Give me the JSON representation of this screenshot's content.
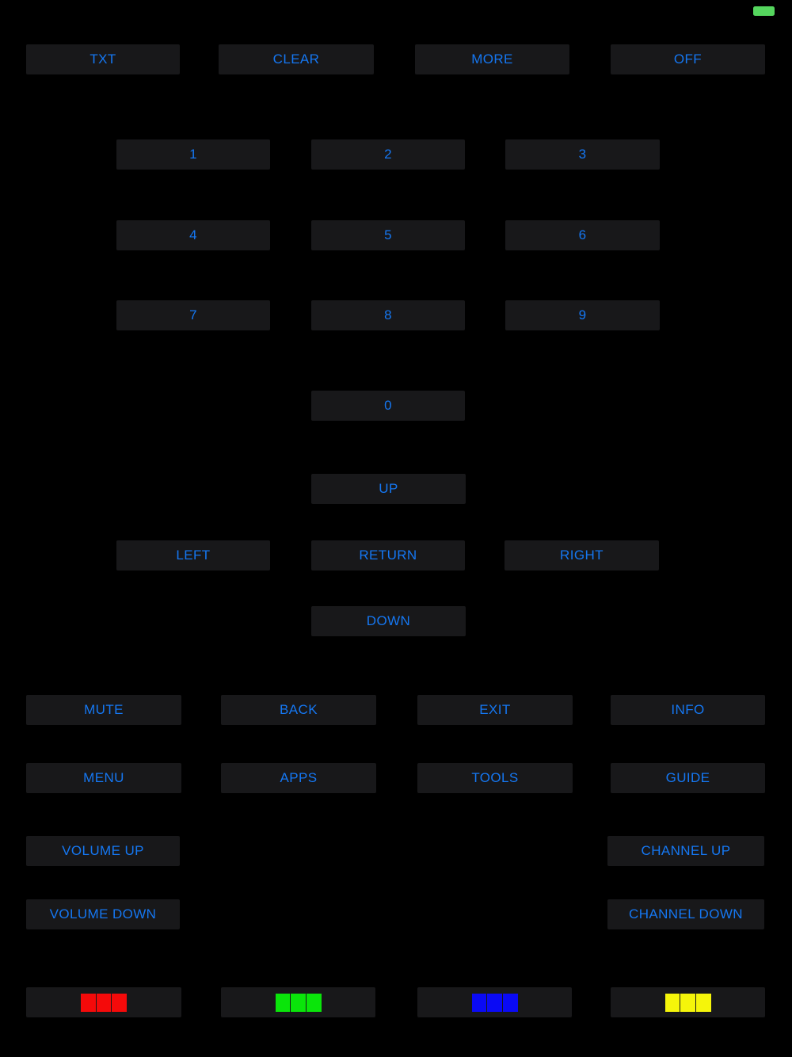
{
  "colors": {
    "background": "#000000",
    "button_bg": "#18181a",
    "accent_text": "#1577f2"
  },
  "status_bar": {
    "battery_color": "#55d65e"
  },
  "top_row": [
    "TXT",
    "CLEAR",
    "MORE",
    "OFF"
  ],
  "numpad": [
    "1",
    "2",
    "3",
    "4",
    "5",
    "6",
    "7",
    "8",
    "9",
    "0"
  ],
  "nav": {
    "up": "UP",
    "left": "LEFT",
    "return": "RETURN",
    "right": "RIGHT",
    "down": "DOWN"
  },
  "function_row_1": [
    "MUTE",
    "BACK",
    "EXIT",
    "INFO"
  ],
  "function_row_2": [
    "MENU",
    "APPS",
    "TOOLS",
    "GUIDE"
  ],
  "volume": {
    "up": "VOLUME UP",
    "down": "VOLUME DOWN"
  },
  "channel": {
    "up": "CHANNEL UP",
    "down": "CHANNEL DOWN"
  },
  "color_buttons": [
    {
      "name": "red",
      "color": "#f50a0a"
    },
    {
      "name": "green",
      "color": "#0ae50a"
    },
    {
      "name": "blue",
      "color": "#0a0af5"
    },
    {
      "name": "yellow",
      "color": "#f5f50a"
    }
  ]
}
